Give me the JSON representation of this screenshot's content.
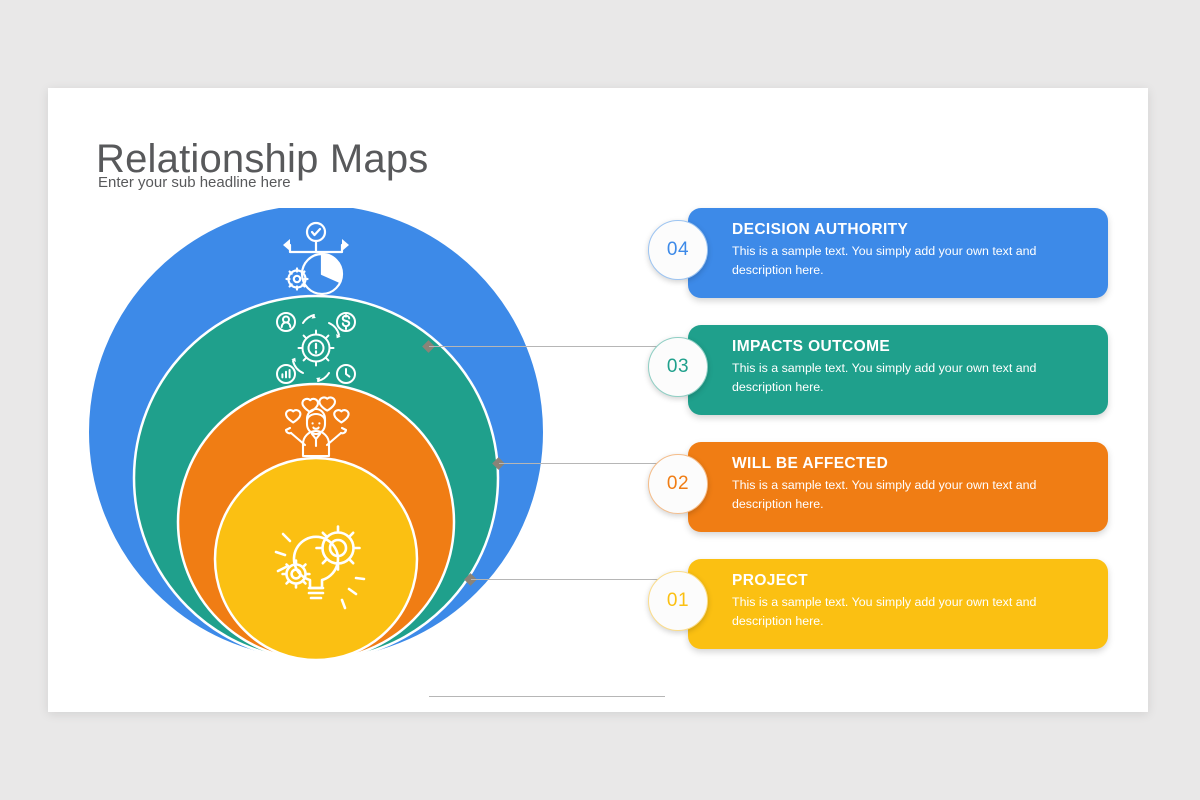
{
  "slide": {
    "title": "Relationship Maps",
    "subtitle": "Enter your sub headline here",
    "background": "#e9e8e8",
    "surface": "#ffffff"
  },
  "palette": {
    "blue": "#3d8ae8",
    "teal": "#1fa08c",
    "orange": "#f07d14",
    "yellow": "#fbc012",
    "title_text": "#58595b",
    "leader_line": "#b6b6b6",
    "leader_dot": "#8a8378"
  },
  "items": [
    {
      "number": "04",
      "title": "DECISION AUTHORITY",
      "description": "This is a sample text. You simply add your own text and description here.",
      "color": "#3d8ae8",
      "icon": "decision-arrows-icon",
      "ring": "outer"
    },
    {
      "number": "03",
      "title": "IMPACTS OUTCOME",
      "description": "This is a sample text. You simply add your own text and description here.",
      "color": "#1fa08c",
      "icon": "impact-gear-cycle-icon",
      "ring": "second"
    },
    {
      "number": "02",
      "title": "WILL BE AFFECTED",
      "description": "This is a sample text. You simply add your own text and description here.",
      "color": "#f07d14",
      "icon": "person-hearts-icon",
      "ring": "third"
    },
    {
      "number": "01",
      "title": "PROJECT",
      "description": "This is a sample text. You simply add your own text and description here.",
      "color": "#fbc012",
      "icon": "lightbulb-gears-icon",
      "ring": "core"
    }
  ]
}
